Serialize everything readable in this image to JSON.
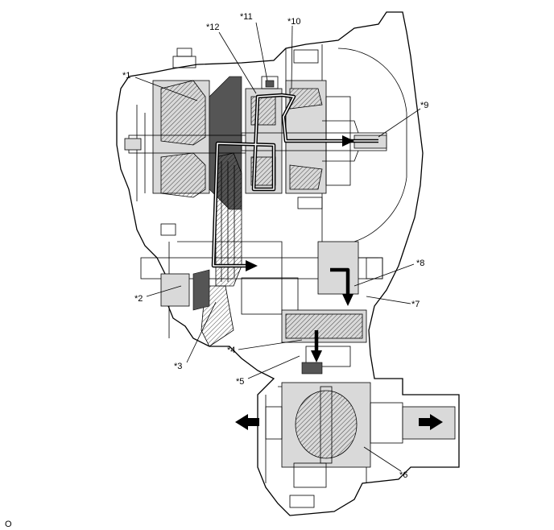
{
  "callouts": {
    "c1": "*1",
    "c2": "*2",
    "c3": "*3",
    "c4": "*4",
    "c5": "*5",
    "c6": "*6",
    "c7": "*7",
    "c8": "*8",
    "c9": "*9",
    "c10": "*10",
    "c11": "*11",
    "c12": "*12"
  },
  "footer_code": "O"
}
